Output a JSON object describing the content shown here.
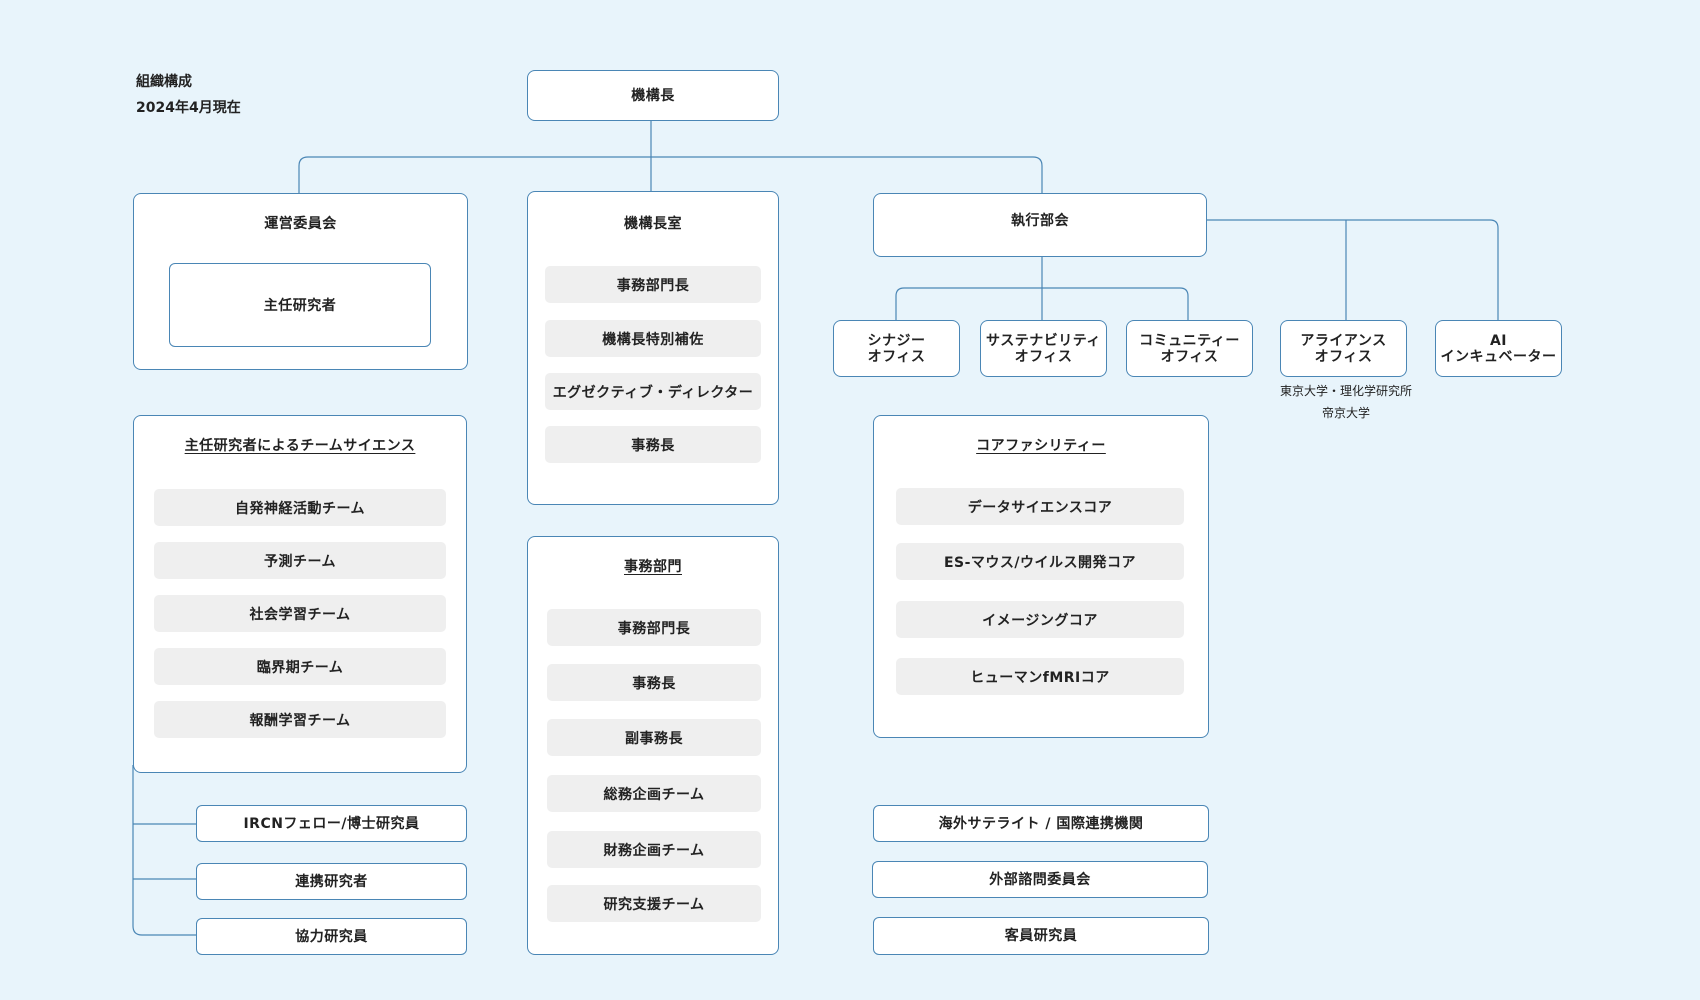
{
  "meta": {
    "title": "組織構成",
    "date": "2024年4月現在"
  },
  "top": {
    "director": "機構長"
  },
  "operations_committee": {
    "title": "運営委員会",
    "member": "主任研究者"
  },
  "director_office": {
    "title": "機構長室",
    "items": [
      "事務部門長",
      "機構長特別補佐",
      "エグゼクティブ・ディレクター",
      "事務長"
    ]
  },
  "executive_board": {
    "title": "執行部会"
  },
  "offices": [
    {
      "line1": "シナジー",
      "line2": "オフィス"
    },
    {
      "line1": "サステナビリティ",
      "line2": "オフィス"
    },
    {
      "line1": "コミュニティー",
      "line2": "オフィス"
    },
    {
      "line1": "アライアンス",
      "line2": "オフィス"
    },
    {
      "line1": "AI",
      "line2": "インキュベーター"
    }
  ],
  "alliance_note": {
    "line1": "東京大学・理化学研究所",
    "line2": "帝京大学"
  },
  "team_science": {
    "title": "主任研究者によるチームサイエンス",
    "teams": [
      "自発神経活動チーム",
      "予測チーム",
      "社会学習チーム",
      "臨界期チーム",
      "報酬学習チーム"
    ]
  },
  "researchers": [
    "IRCNフェロー/博士研究員",
    "連携研究者",
    "協力研究員"
  ],
  "admin": {
    "title": "事務部門",
    "items": [
      "事務部門長",
      "事務長",
      "副事務長",
      "総務企画チーム",
      "財務企画チーム",
      "研究支援チーム"
    ]
  },
  "core_facility": {
    "title": "コアファシリティー",
    "items": [
      "データサイエンスコア",
      "ES-マウス/ウイルス開発コア",
      "イメージングコア",
      "ヒューマンfMRIコア"
    ]
  },
  "external": [
    "海外サテライト / 国際連携機関",
    "外部諮問委員会",
    "客員研究員"
  ],
  "colors": {
    "background": "#e8f4fb",
    "border": "#4a86b5",
    "pill": "#efefef"
  }
}
